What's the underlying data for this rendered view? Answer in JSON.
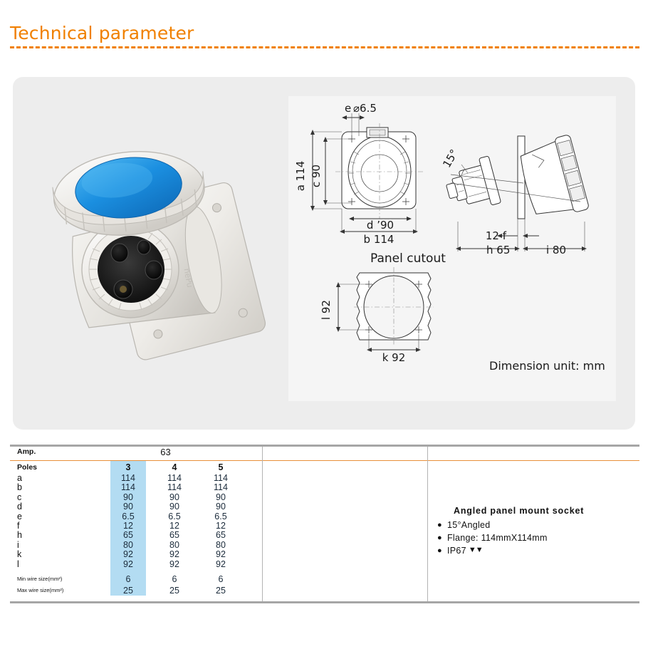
{
  "header": {
    "title": "Technical parameter"
  },
  "illustration": {
    "product_photo_alt": "angled-panel-mount-socket-photo",
    "drawing": {
      "front_view": {
        "labels": {
          "e_hole": "e",
          "e_diameter": "⌀6.5",
          "a": "a 114",
          "c": "c 90",
          "d": "d 90",
          "b": "b 114"
        }
      },
      "side_view": {
        "labels": {
          "angle": "15°",
          "f": "12  f",
          "h": "h 65",
          "i": "i 80"
        }
      },
      "panel_cutout": {
        "title": "Panel cutout",
        "labels": {
          "l": "l 92",
          "k": "k 92"
        }
      },
      "dimension_unit": "Dimension unit:  mm"
    }
  },
  "table": {
    "amp_label": "Amp.",
    "amp_value": "63",
    "highlight_color": "#b3dcf2",
    "rows": [
      {
        "label": "Poles",
        "values": [
          "3",
          "4",
          "5"
        ],
        "header": true
      },
      {
        "label": "a",
        "values": [
          "114",
          "114",
          "114"
        ]
      },
      {
        "label": "b",
        "values": [
          "114",
          "114",
          "114"
        ]
      },
      {
        "label": "c",
        "values": [
          "90",
          "90",
          "90"
        ]
      },
      {
        "label": "d",
        "values": [
          "90",
          "90",
          "90"
        ]
      },
      {
        "label": "e",
        "values": [
          "6.5",
          "6.5",
          "6.5"
        ]
      },
      {
        "label": "f",
        "values": [
          "12",
          "12",
          "12"
        ]
      },
      {
        "label": "h",
        "values": [
          "65",
          "65",
          "65"
        ]
      },
      {
        "label": "i",
        "values": [
          "80",
          "80",
          "80"
        ]
      },
      {
        "label": "k",
        "values": [
          "92",
          "92",
          "92"
        ]
      },
      {
        "label": "l",
        "values": [
          "92",
          "92",
          "92"
        ]
      }
    ],
    "wire_rows": [
      {
        "label": "Min wire size(mm²)",
        "values": [
          "6",
          "6",
          "6"
        ]
      },
      {
        "label": "Max wire size(mm²)",
        "values": [
          "25",
          "25",
          "25"
        ]
      }
    ]
  },
  "description": {
    "title": "Angled panel mount socket",
    "items": [
      {
        "bullet": "●",
        "text": "15°Angled"
      },
      {
        "bullet": "●",
        "text": "Flange:  114mmX114mm"
      },
      {
        "bullet": "●",
        "text": "IP67",
        "droplets": "▼▼"
      }
    ]
  },
  "colors": {
    "accent_orange": "#f08000",
    "panel_gray": "#ededed",
    "drawing_gray": "#f5f5f5",
    "highlight_blue": "#b3dcf2",
    "rule_gray": "#a6a6a6"
  }
}
